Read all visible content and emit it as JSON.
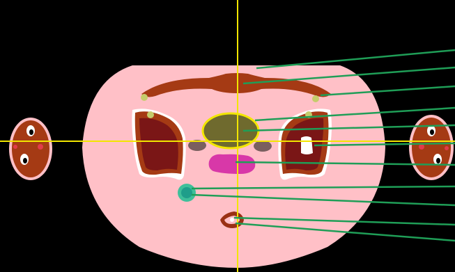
{
  "viewer": {
    "background": "#000000",
    "crosshair_color": "#f2e600",
    "leader_color": "#1f9e57"
  },
  "structures": [
    {
      "name": "skin-and-subcutaneous-tissue",
      "color": "#ffc0c7"
    },
    {
      "name": "anterior-muscle-band",
      "color": "#a53a14"
    },
    {
      "name": "pelvic-bone-left",
      "color": "#7a1616"
    },
    {
      "name": "pelvic-bone-right",
      "color": "#7a1616"
    },
    {
      "name": "bladder",
      "color": "#6f6a2e"
    },
    {
      "name": "bladder-outline",
      "color": "#f2e600"
    },
    {
      "name": "femoral-vessels",
      "color": "#c5cc6c"
    },
    {
      "name": "seminal-vesicles",
      "color": "#7a5f5f"
    },
    {
      "name": "prostate-rectum",
      "color": "#d838a8"
    },
    {
      "name": "marker-sphere",
      "color": "#3fbf9a"
    },
    {
      "name": "anal-canal",
      "color": "#9a3014"
    },
    {
      "name": "arm-cross-section-left",
      "color": "#a53a14"
    },
    {
      "name": "arm-cross-section-right",
      "color": "#a53a14"
    },
    {
      "name": "bone-marrow",
      "color": "#ffffff"
    }
  ],
  "leader_line_count": 11
}
